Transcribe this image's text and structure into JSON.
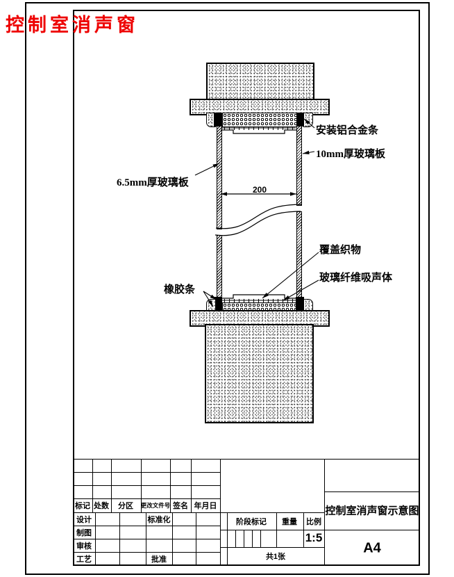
{
  "page": {
    "title": "控制室消声窗",
    "title_color": "#ee0000",
    "line_color": "#000000"
  },
  "diagram": {
    "labels": {
      "aluminum_strip": "安装铝合金条",
      "glass_10mm": "10mm厚玻璃板",
      "glass_6_5mm": "6.5mm厚玻璃板",
      "cover_fabric": "覆盖织物",
      "fiberglass_absorber": "玻璃纤维吸声体",
      "rubber_strip": "橡胶条"
    },
    "dimensions": {
      "air_gap": "200"
    }
  },
  "title_block": {
    "revision_header": [
      "标记",
      "处数",
      "分区",
      "更改文件号",
      "签名",
      "年月日"
    ],
    "role_rows": [
      "设计",
      "制图",
      "审核",
      "工艺"
    ],
    "standardization": "标准化",
    "approval": "批准",
    "stage_mark": "阶段标记",
    "weight": "重量",
    "scale": "比例",
    "scale_value": "1:5",
    "sheet_count": "共1张",
    "drawing_title": "控制室消声窗示意图",
    "paper_size": "A4"
  }
}
